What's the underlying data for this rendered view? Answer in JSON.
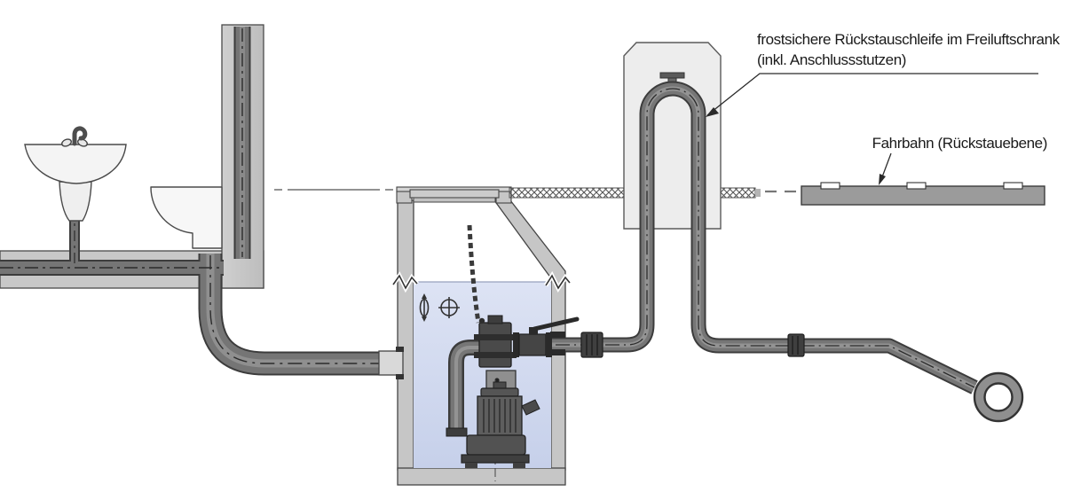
{
  "labels": {
    "loop_label_line1": "frostsichere Rückstauschleife im Freiluftschrank",
    "loop_label_line2": "(inkl. Anschlussstutzen)",
    "road_label": "Fahrbahn (Rückstauebene)"
  },
  "palette": {
    "label_text": "#1a1a1a",
    "pipe_fill": "#757575",
    "pipe_outline": "#333333",
    "concrete": "#c6c6c6",
    "water": "#ccd5ec",
    "cabinet": "#ededed",
    "road": "#9b9b9b",
    "fixture_white": "#f4f4f4"
  },
  "components": [
    "washbasin",
    "faucet",
    "toilet",
    "soil-stack",
    "floor-drain-pipe",
    "collection-sump",
    "sump-cover",
    "water",
    "level-sensors",
    "submersible-pump",
    "lifting-chain",
    "check-valve",
    "shut-off-valve",
    "pressure-pipe",
    "backflow-loop",
    "outdoor-cabinet",
    "vent-connection",
    "ground-hatch",
    "backflow-level-line",
    "road-surface",
    "sewer-outlet"
  ]
}
